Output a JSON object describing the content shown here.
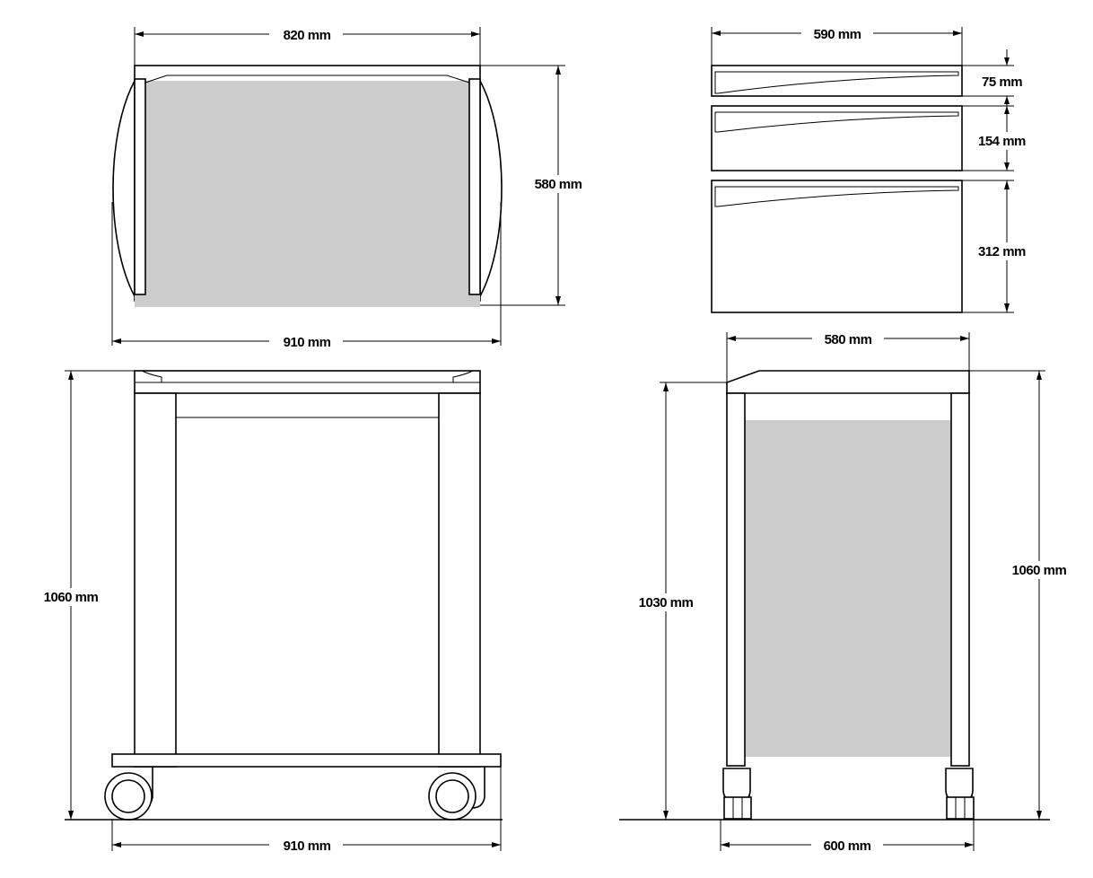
{
  "top_view": {
    "width_inner": "820 mm",
    "depth": "580 mm",
    "width_outer": "910 mm"
  },
  "drawers": {
    "width": "590 mm",
    "drawer_1_height": "75 mm",
    "drawer_2_height": "154 mm",
    "drawer_3_height": "312 mm"
  },
  "front_view": {
    "height": "1060 mm",
    "width": "910 mm"
  },
  "side_view": {
    "top_depth": "580 mm",
    "inner_height": "1030 mm",
    "total_height": "1060 mm",
    "base_depth": "600 mm"
  }
}
